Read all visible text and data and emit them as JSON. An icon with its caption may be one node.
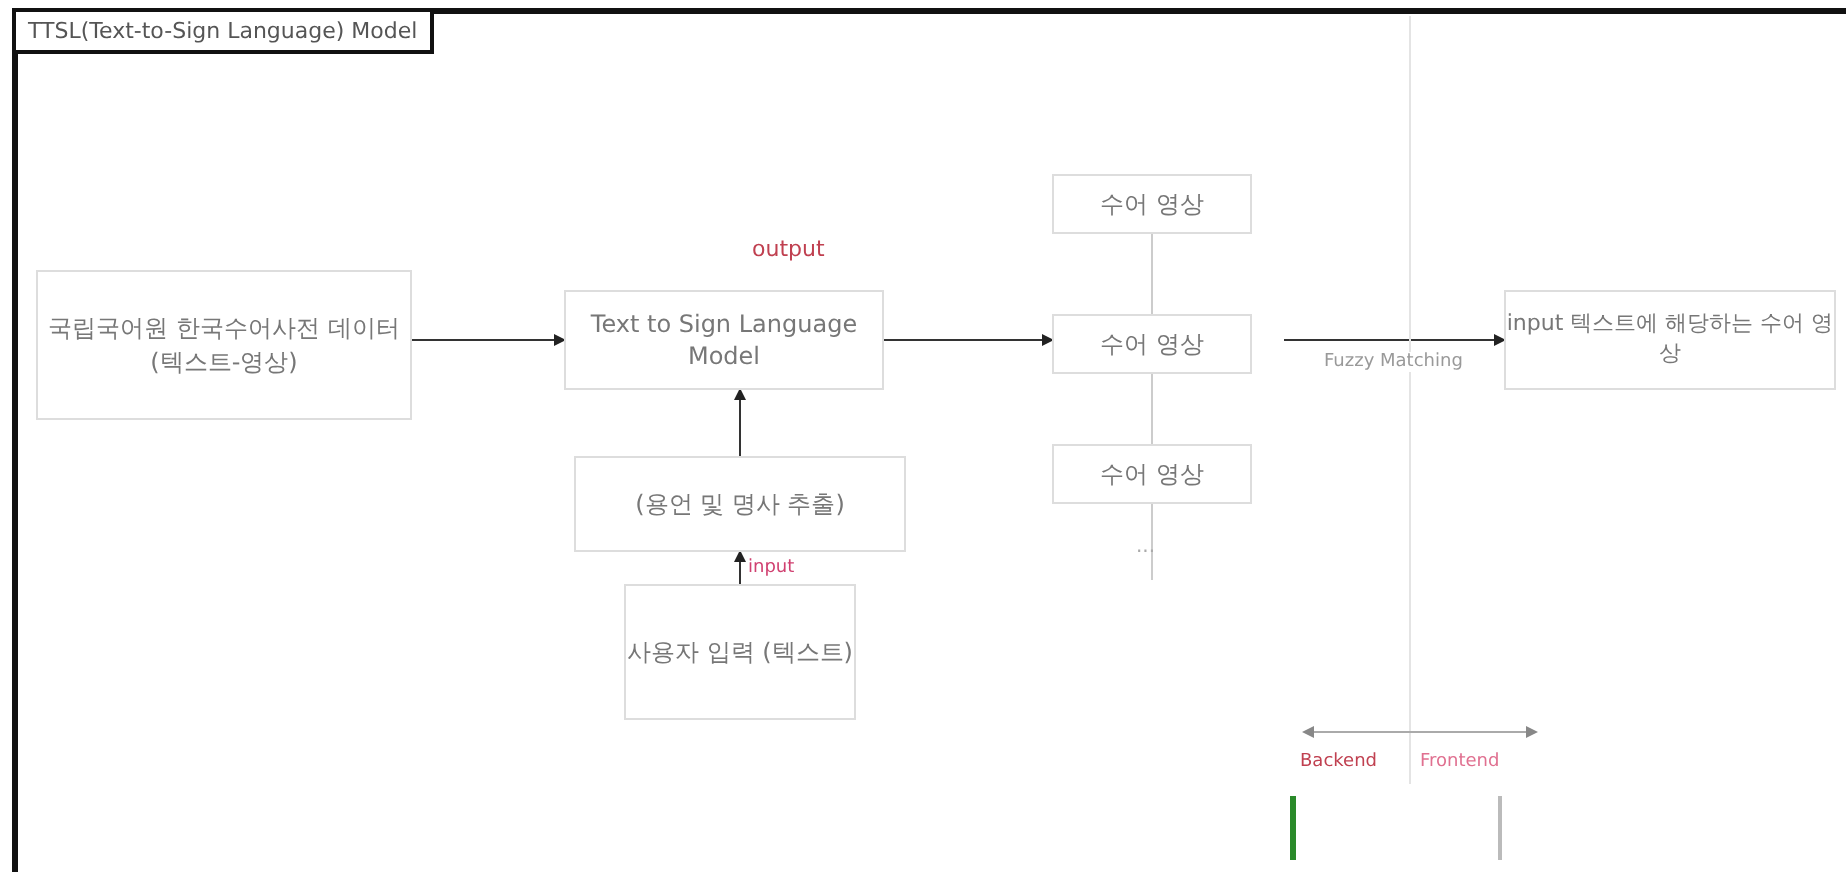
{
  "diagram": {
    "title": "TTSL(Text-to-Sign Language) Model",
    "nodes": [
      {
        "text": [
          "국립국어원 한국수어사전 데이터 (텍스트-영상)"
        ]
      },
      {
        "text": [
          "Text to Sign Language Model"
        ]
      },
      {
        "text": [
          "(용언 및 명사 추출)"
        ]
      },
      {
        "text": [
          "사용자 입력 (텍스트)"
        ]
      },
      {
        "text": [
          "수어 영상"
        ]
      },
      {
        "text": [
          "수어 영상"
        ]
      },
      {
        "text": [
          "수어 영상"
        ]
      },
      {
        "text": [
          "input 텍스트에 해당하는 수어 영상"
        ]
      },
      {
        "text": [],
        "shape": "box"
      }
    ],
    "edges": [
      {
        "from": 0,
        "to": 1,
        "arrow": "to"
      },
      {
        "from": 2,
        "to": 1,
        "arrow": "to"
      },
      {
        "from": 3,
        "to": 2,
        "arrow": "to"
      },
      {
        "from": 1,
        "to": 5,
        "arrow": "to"
      },
      {
        "from": 5,
        "to": 7,
        "arrow": "to",
        "label": "Fuzzy Matching"
      },
      {
        "from": 4,
        "to": 5,
        "arrow": "none",
        "color": "#cccccc"
      },
      {
        "from": 5,
        "to": 6,
        "arrow": "none",
        "color": "#cccccc"
      },
      {
        "from": 6,
        "to": null,
        "arrow": "none",
        "color": "#cccccc"
      }
    ],
    "labels": [
      "output",
      "input",
      "...",
      "Backend",
      "Frontend"
    ]
  }
}
